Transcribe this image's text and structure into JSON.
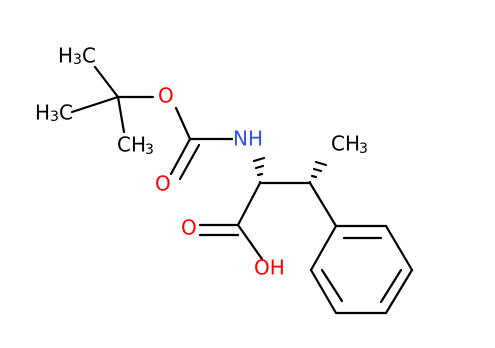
{
  "molecule": {
    "labels": {
      "h3c_top": {
        "main": "H",
        "sub": "3",
        "tail": "C"
      },
      "h3c_mid": {
        "main": "H",
        "sub": "3",
        "tail": "C"
      },
      "ch3_lower": {
        "main": "CH",
        "sub": "3"
      },
      "ch3_right": {
        "main": "CH",
        "sub": "3"
      },
      "ester_o": "O",
      "carbonyl_o_left": "O",
      "nh": "NH",
      "acid_o": "O",
      "oh": "OH"
    },
    "colors": {
      "bond": "#000000",
      "carbon_label": "#000000",
      "oxygen": "#ff0000",
      "nitrogen": "#3050f8"
    }
  }
}
